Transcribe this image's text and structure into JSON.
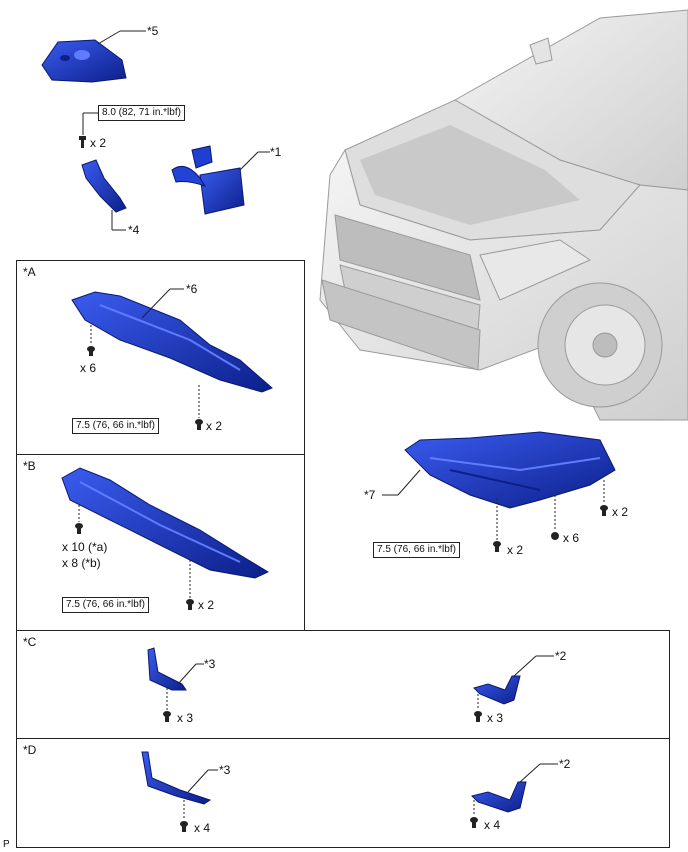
{
  "callouts": {
    "c1": "*1",
    "c2_c": "*2",
    "c2_d": "*2",
    "c3_c": "*3",
    "c3_d": "*3",
    "c4": "*4",
    "c5": "*5",
    "c6": "*6",
    "c7": "*7"
  },
  "panels": {
    "a": "*A",
    "b": "*B",
    "c": "*C",
    "d": "*D"
  },
  "torques": {
    "t_top": "8.0 (82, 71 in.*lbf)",
    "t_a": "7.5 (76, 66 in.*lbf)",
    "t_b": "7.5 (76, 66 in.*lbf)",
    "t_7": "7.5 (76, 66 in.*lbf)"
  },
  "quantities": {
    "q_top": "x 2",
    "q_a6": "x 6",
    "q_a2": "x 2",
    "q_b10": "x 10 (*a)",
    "q_b8": "x 8 (*b)",
    "q_b2": "x 2",
    "q_7a": "x 2",
    "q_7b": "x 6",
    "q_7c": "x 2",
    "q_c1": "x 3",
    "q_c2": "x 3",
    "q_d1": "x 4",
    "q_d2": "x 4"
  },
  "footer": {
    "code": "P"
  },
  "colors": {
    "part_blue": "#1f3fd0",
    "part_dark": "#0c1f8a",
    "car_gray": "#d6d6d6",
    "line": "#222222"
  }
}
